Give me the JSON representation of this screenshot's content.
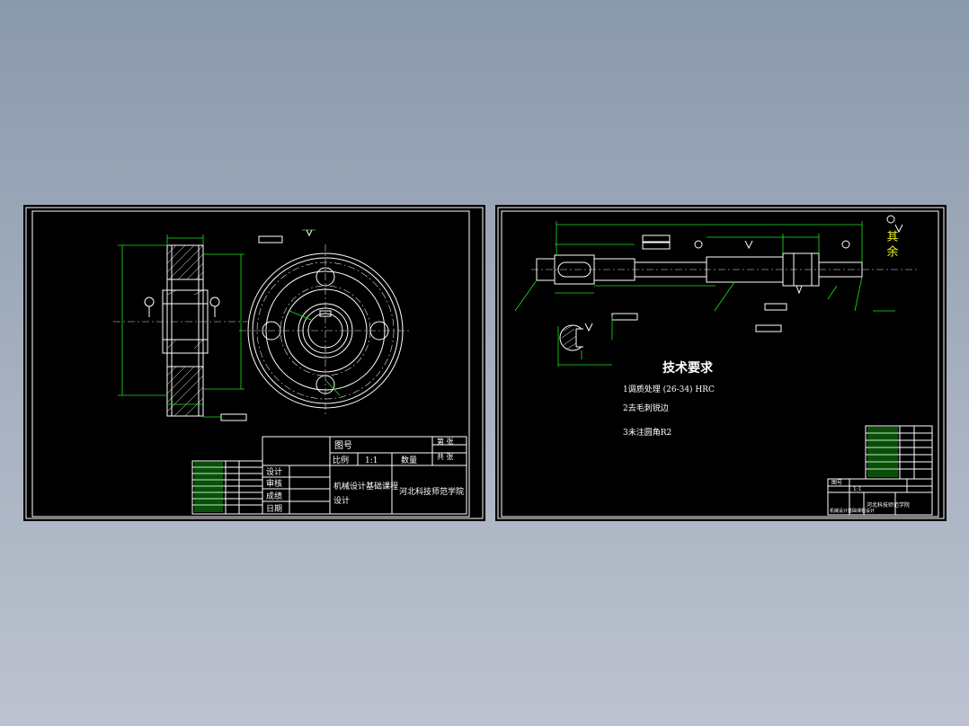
{
  "left_sheet": {
    "title_block": {
      "drawing_no_label": "图号",
      "sheet_label": "第 张",
      "total_label": "共 张",
      "scale_label": "比例",
      "scale_value": "1:1",
      "qty_label": "数量",
      "design_label": "设计",
      "check_label": "审核",
      "grade_label": "成绩",
      "date_label": "日期",
      "course_title_1": "机械设计基础课程",
      "course_title_2": "设计",
      "school": "河北科技师范学院"
    }
  },
  "right_sheet": {
    "tech_title": "技术要求",
    "tech_req_1": "1调质处理 (26-34) HRC",
    "tech_req_2": "2去毛刺锐边",
    "tech_req_3": "3未注圆角R2",
    "remark": "其余",
    "title_block": {
      "drawing_no_label": "图号",
      "scale_value": "1:1",
      "course_title": "机械设计基础课程设计",
      "school": "河北科技师范学院"
    }
  },
  "colors": {
    "background_top": "#8a99ac",
    "background_bottom": "#bcc2cf",
    "sheet": "#000000",
    "outline": "#ffffff",
    "dimension": "#20e020",
    "text_yellow": "#f0f020"
  }
}
